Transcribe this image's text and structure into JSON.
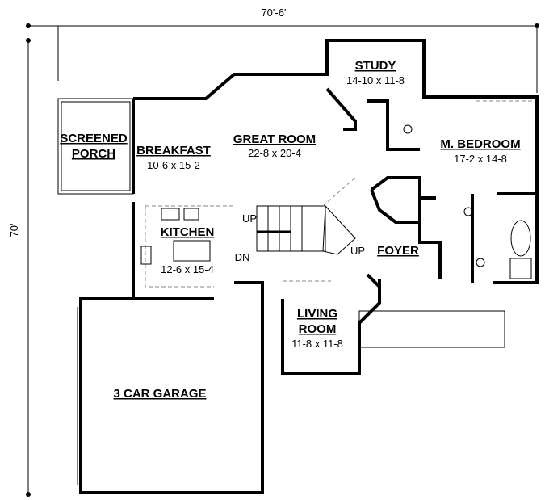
{
  "dimensions": {
    "width": "70'-6\"",
    "depth": "70'"
  },
  "rooms": {
    "study": {
      "name": "STUDY",
      "size": "14-10 x 11-8"
    },
    "master_bedroom": {
      "name": "M. BEDROOM",
      "size": "17-2 x 14-8"
    },
    "screened_porch": {
      "name_line1": "SCREENED",
      "name_line2": "PORCH"
    },
    "breakfast": {
      "name": "BREAKFAST",
      "size": "10-6 x 15-2"
    },
    "great_room": {
      "name": "GREAT ROOM",
      "size": "22-8 x 20-4"
    },
    "kitchen": {
      "name": "KITCHEN",
      "size": "12-6 x 15-4"
    },
    "foyer": {
      "name": "FOYER"
    },
    "living_room": {
      "name_line1": "LIVING",
      "name_line2": "ROOM",
      "size": "11-8 x 11-8"
    },
    "garage": {
      "name": "3 CAR GARAGE"
    }
  },
  "stairs": {
    "up_left": "UP",
    "down": "DN",
    "up_right": "UP"
  }
}
